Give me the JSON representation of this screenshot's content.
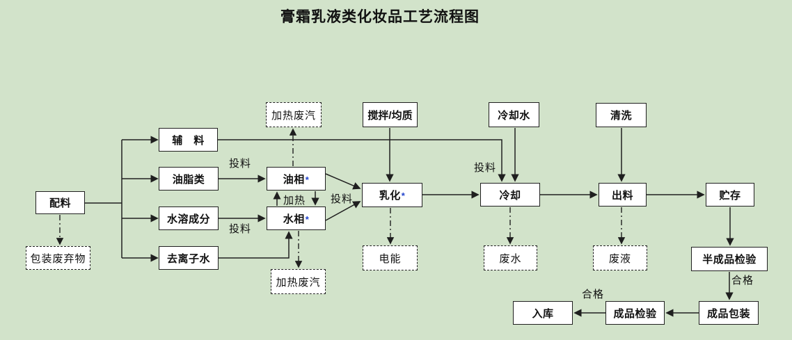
{
  "title": "膏霜乳液类化妆品工艺流程图",
  "colors": {
    "background": "#d2e3ca",
    "box_fill": "#ffffff",
    "line": "#1f1f1f",
    "asterisk_accent": "#2244cc"
  },
  "nodes": {
    "peiliao": {
      "label": "配料"
    },
    "baozhuang_feiqiwu": {
      "label": "包装废弃物"
    },
    "fuliao": {
      "label": "辅　料"
    },
    "youzhilei": {
      "label": "油脂类"
    },
    "shuirong_chengfen": {
      "label": "水溶成分"
    },
    "qulizishui": {
      "label": "去离子水"
    },
    "jiarefeiqi_top": {
      "label": "加热废汽"
    },
    "youxiang": {
      "label": "油相",
      "mark": "*"
    },
    "shuixiang": {
      "label": "水相",
      "mark": "*"
    },
    "jiarefeiqi_bottom": {
      "label": "加热废汽"
    },
    "jiaoban_junzhi": {
      "label": "搅拌/均质"
    },
    "ruhua": {
      "label": "乳化",
      "mark": "*"
    },
    "dianneng": {
      "label": "电能"
    },
    "lengqueshui": {
      "label": "冷却水"
    },
    "lengque": {
      "label": "冷却"
    },
    "feishui": {
      "label": "废水"
    },
    "qingxi": {
      "label": "清洗"
    },
    "chuliao": {
      "label": "出料"
    },
    "feiye": {
      "label": "废液"
    },
    "zhucun": {
      "label": "贮存"
    },
    "banchengpin_jianyan": {
      "label": "半成品检验"
    },
    "chengpin_baozhuang": {
      "label": "成品包装"
    },
    "chengpin_jianyan": {
      "label": "成品检验"
    },
    "ruku": {
      "label": "入库"
    }
  },
  "edge_labels": {
    "touliao_youzhi": "投料",
    "touliao_shuirong": "投料",
    "touliao_ruhua": "投料",
    "touliao_fuliao": "投料",
    "jiare": "加热",
    "hege_baozhuang": "合格",
    "hege_ruku": "合格"
  }
}
